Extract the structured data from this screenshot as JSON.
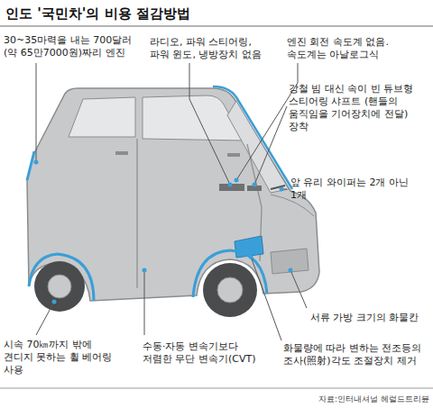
{
  "diagram": {
    "title": "인도 '국민차'의 비용 절감방법",
    "caption": "자료:인터내셔널 헤럴드트리뷴",
    "labels": [
      "30~35마력을 내는 700달러 (약 65만7000원)짜리 엔진",
      "라디오, 파워 스티어링, 파워 윈도, 냉방장치 없음",
      "엔진 회전 속도계 없음. 속도계는 아날로그식",
      "강철 빔 대신 속이 빈 튜브형 스티어링 샤프트 (핸들의 움직임을 기어장치에 전달) 장착",
      "앞 유리 와이퍼는 2개 아닌 1개",
      "서류 가방 크기의 화물칸",
      "화물량에 따라 변하는 전조등의 조사(照射)각도 조절장치 제거",
      "수동·자동 변속기보다 저렴한 무단 변속기(CVT)",
      "시속 70㎞까지 밖에 견디지 못하는 휠 베어링 사용"
    ]
  }
}
